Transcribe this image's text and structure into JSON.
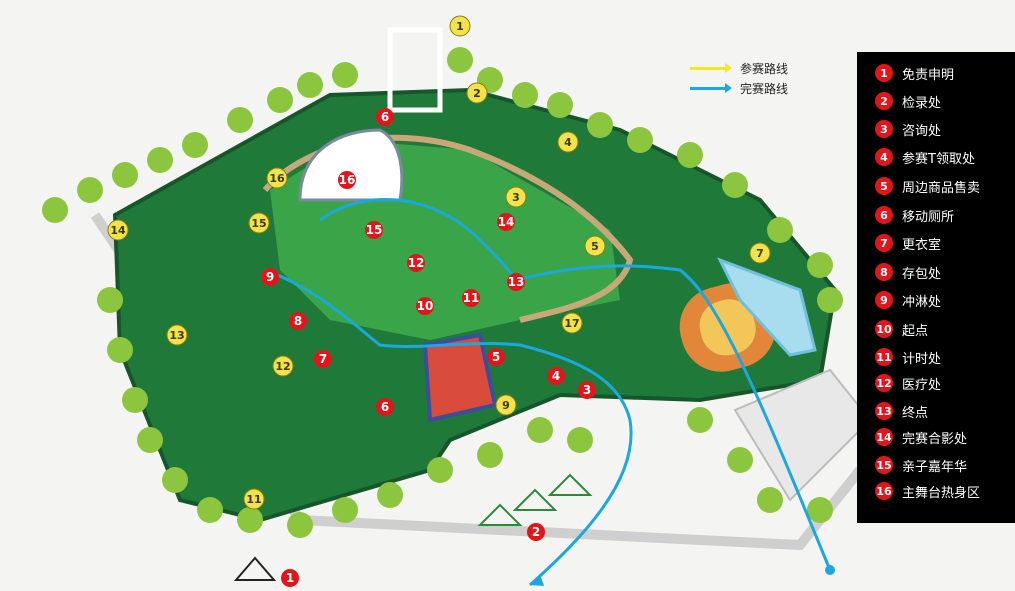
{
  "legend": {
    "routes": [
      {
        "label": "参赛路线",
        "color": "#f7e81c"
      },
      {
        "label": "完赛路线",
        "color": "#1ba8e0"
      }
    ]
  },
  "key": {
    "items": [
      {
        "num": "1",
        "label": "免责申明"
      },
      {
        "num": "2",
        "label": "检录处"
      },
      {
        "num": "3",
        "label": "咨询处"
      },
      {
        "num": "4",
        "label": "参赛T领取处"
      },
      {
        "num": "5",
        "label": "周边商品售卖"
      },
      {
        "num": "6",
        "label": "移动厕所"
      },
      {
        "num": "7",
        "label": "更衣室"
      },
      {
        "num": "8",
        "label": "存包处"
      },
      {
        "num": "9",
        "label": "冲淋处"
      },
      {
        "num": "10",
        "label": "起点"
      },
      {
        "num": "11",
        "label": "计时处"
      },
      {
        "num": "12",
        "label": "医疗处"
      },
      {
        "num": "13",
        "label": "终点"
      },
      {
        "num": "14",
        "label": "完赛合影处"
      },
      {
        "num": "15",
        "label": "亲子嘉年华"
      },
      {
        "num": "16",
        "label": "主舞台热身区"
      }
    ]
  },
  "map": {
    "red_markers": [
      "6",
      "16",
      "15",
      "14",
      "12",
      "13",
      "9",
      "11",
      "10",
      "8",
      "7",
      "5",
      "4",
      "3",
      "6",
      "2",
      "1"
    ],
    "yellow_markers": [
      "1",
      "2",
      "4",
      "3",
      "5",
      "7",
      "16",
      "15",
      "14",
      "13",
      "12",
      "17",
      "9",
      "11"
    ],
    "colors": {
      "grass_dark": "#1f7a3a",
      "grass_light": "#3aa548",
      "path": "#c8a878",
      "marker_red": "#e4141b",
      "marker_yellow": "#f3e24a"
    }
  }
}
